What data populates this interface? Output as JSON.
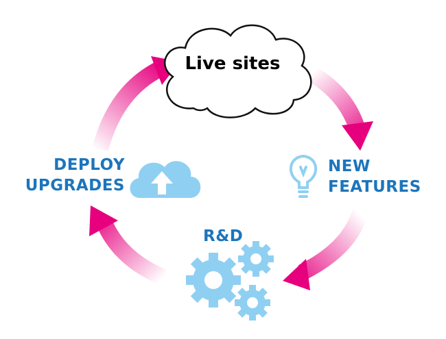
{
  "diagram": {
    "nodes": {
      "live_sites": "Live sites",
      "deploy_line1": "DEPLOY",
      "deploy_line2": "UPGRADES",
      "features_line1": "NEW",
      "features_line2": "FEATURES",
      "rd": "R&D"
    },
    "icons": {
      "cloud": "cloud-icon",
      "upload": "cloud-upload-icon",
      "bulb": "lightbulb-icon",
      "gears": "gears-icon"
    },
    "colors": {
      "accent": "#1c75bc",
      "icon": "#8fd0f2",
      "arrow": "#e6007e"
    }
  }
}
